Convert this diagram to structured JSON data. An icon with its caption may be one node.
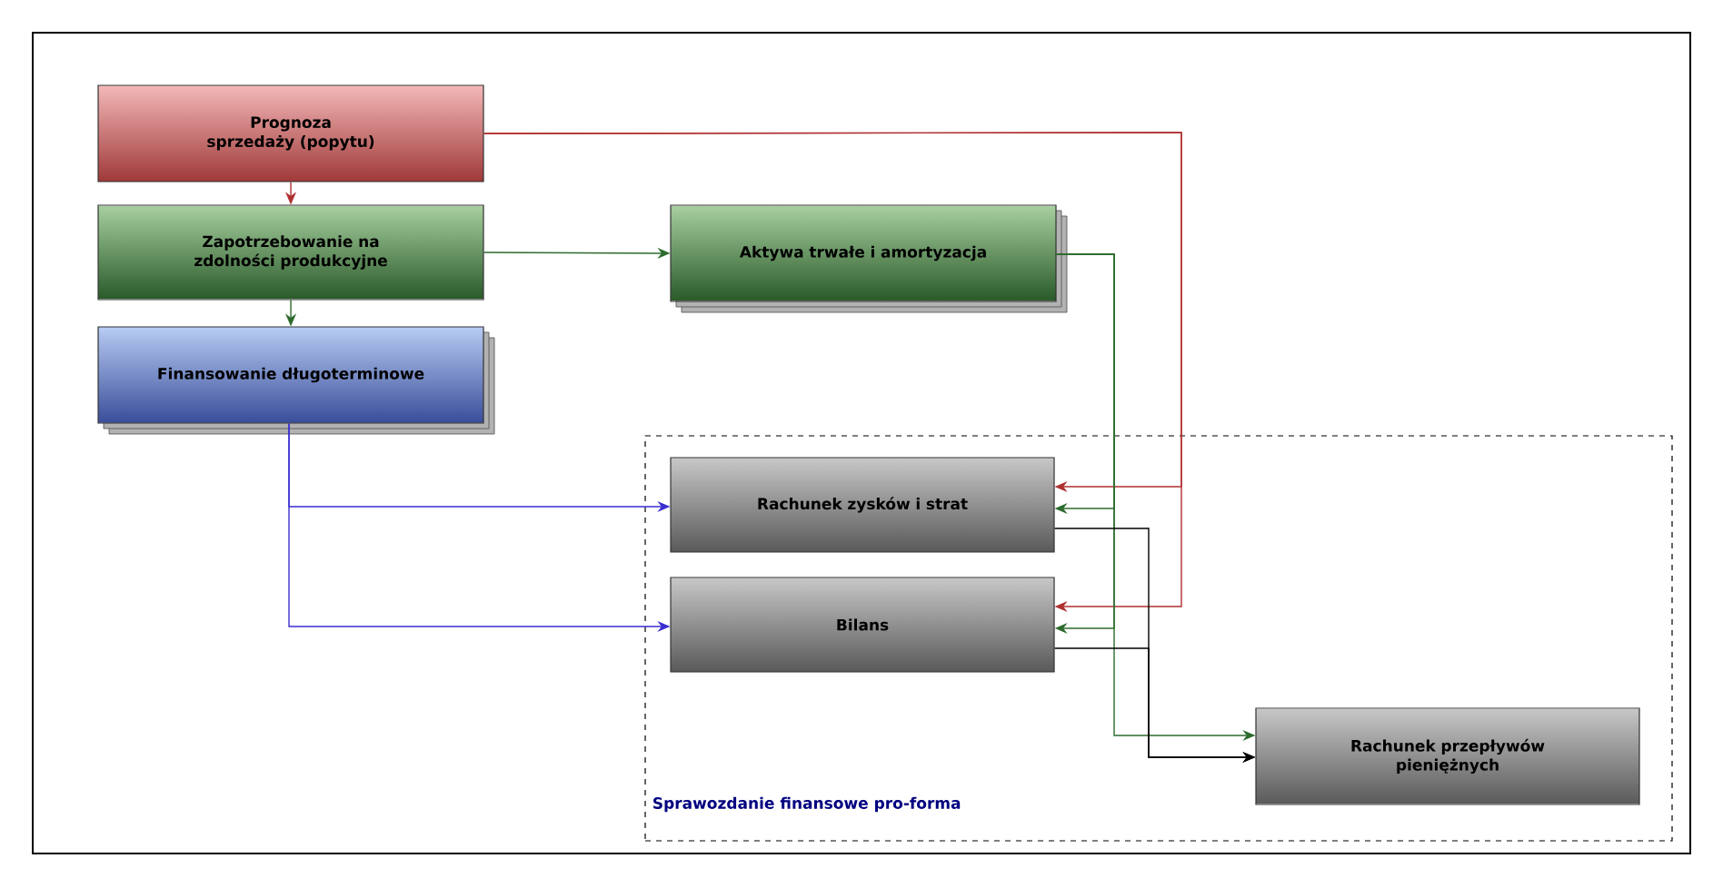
{
  "diagram": {
    "nodes": [
      {
        "text": [
          "Prognoza sprzedaży (popytu)"
        ]
      },
      {
        "text": [
          "Zapotrzebowanie na zdolności produkcyjne"
        ]
      },
      {
        "text": [
          "Finansowanie długoterminowe"
        ]
      },
      {
        "text": [
          "Aktywa trwałe i amortyzacja"
        ]
      },
      {
        "text": [
          "Sprawozdanie finansowe pro-forma"
        ]
      },
      {
        "text": [
          "Rachunek zysków i strat"
        ],
        "in": 4
      },
      {
        "text": [
          "Bilans"
        ],
        "in": 4
      },
      {
        "text": [
          "Rachunek przepływów pieniężnych"
        ],
        "in": 4
      }
    ],
    "edges": [
      {
        "from": 0,
        "to": 1,
        "arrow": "to",
        "color": "#b03030"
      },
      {
        "from": 1,
        "to": 2,
        "arrow": "to",
        "color": "#2e6b2e"
      },
      {
        "from": 1,
        "to": 3,
        "arrow": "to",
        "color": "#2e6b2e"
      },
      {
        "from": 0,
        "to": 5,
        "arrow": "to",
        "color": "#b03030"
      },
      {
        "from": 0,
        "to": 6,
        "arrow": "to",
        "color": "#b03030"
      },
      {
        "from": 3,
        "to": 5,
        "arrow": "to",
        "color": "#2e6b2e"
      },
      {
        "from": 3,
        "to": 6,
        "arrow": "to",
        "color": "#2e6b2e"
      },
      {
        "from": 3,
        "to": 7,
        "arrow": "to",
        "color": "#2e6b2e"
      },
      {
        "from": 2,
        "to": 5,
        "arrow": "to",
        "color": "#3a2fd0"
      },
      {
        "from": 2,
        "to": 6,
        "arrow": "to",
        "color": "#3a2fd0"
      },
      {
        "from": 5,
        "to": 7,
        "arrow": "to",
        "color": "#000000"
      },
      {
        "from": 6,
        "to": 7,
        "arrow": "to",
        "color": "#000000"
      }
    ]
  }
}
